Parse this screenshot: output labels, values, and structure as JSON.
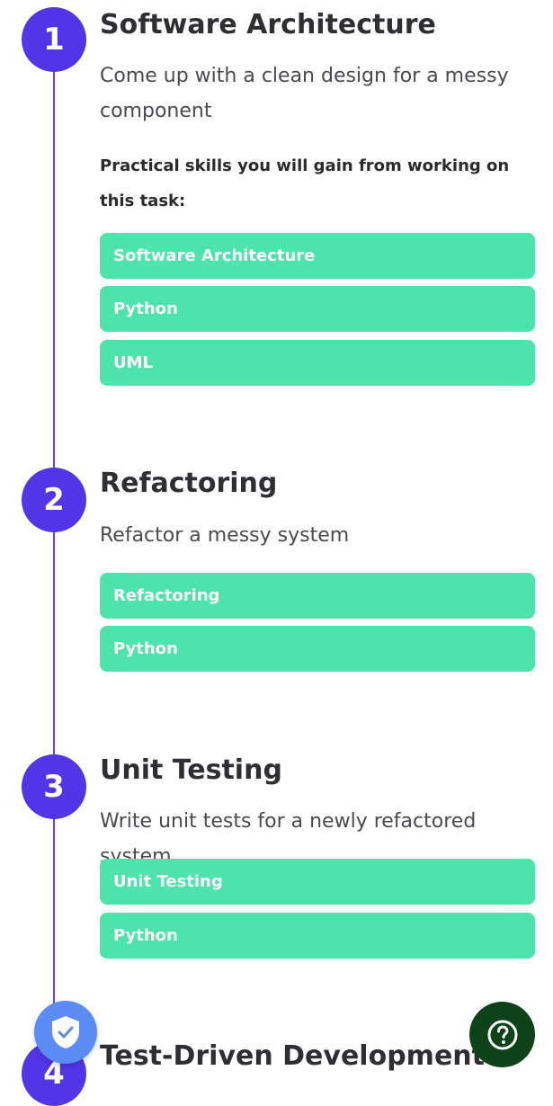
{
  "steps": [
    {
      "number": "1",
      "title": "Software Architecture",
      "description": "Come up with a clean design for a messy component",
      "skills_heading": "Practical skills you will gain from working on this task:",
      "skills": [
        "Software Architecture",
        "Python",
        "UML"
      ]
    },
    {
      "number": "2",
      "title": "Refactoring",
      "description": "Refactor a messy system",
      "skills": [
        "Refactoring",
        "Python"
      ]
    },
    {
      "number": "3",
      "title": "Unit Testing",
      "description": "Write unit tests for a newly refactored system",
      "skills": [
        "Unit Testing",
        "Python"
      ]
    },
    {
      "number": "4",
      "title": "Test-Driven Development"
    }
  ],
  "icons": {
    "shield": "shield-check-icon",
    "help": "question-mark-icon"
  },
  "colors": {
    "accent": "#5135e6",
    "chip": "#4de3ad",
    "help_button": "#0e4219",
    "shield_button": "#5b8cf5"
  }
}
